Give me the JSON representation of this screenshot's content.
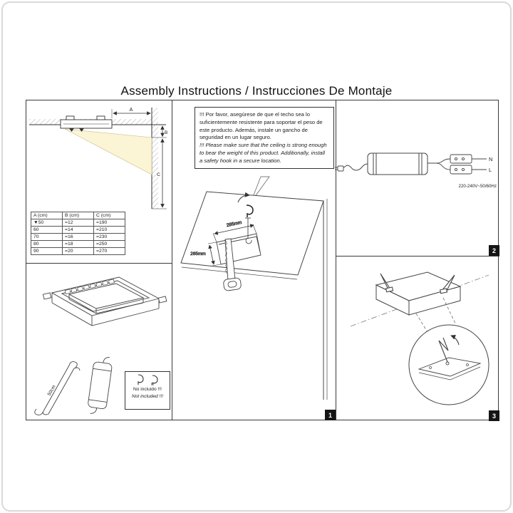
{
  "page": {
    "title": "Assembly Instructions / Instrucciones De Montaje"
  },
  "colors": {
    "beam": "#fbf4d5",
    "line": "#3a3a3a",
    "badge_bg": "#151515"
  },
  "dimension_panel": {
    "labels": {
      "a": "A",
      "b": "B",
      "c": "C"
    },
    "table": {
      "headers": [
        "A (cm)",
        "B (cm)",
        "C (cm)"
      ],
      "rows": [
        [
          "▼50",
          "=12",
          "=190"
        ],
        [
          "60",
          "=14",
          "=210"
        ],
        [
          "70",
          "=16",
          "=230"
        ],
        [
          "80",
          "=18",
          "=250"
        ],
        [
          "90",
          "=20",
          "=270"
        ]
      ]
    }
  },
  "parts_panel": {
    "cable_length": "50cm",
    "not_included_es": "No incluido !!!",
    "not_included_en": "Not included !!!"
  },
  "cutout_panel": {
    "badge": "1",
    "note_es": "!!! Por favor, asegúrese de que el techo sea lo suficientemente resistente para soportar el peso de este producto. Además, instale un gancho de seguridad en un lugar seguro.",
    "note_en": "!!! Please make sure that the ceiling is strong enough to bear the weight of this product. Additionally, install a safety hook in a secure location.",
    "width_label": "285mm",
    "depth_label": "265mm"
  },
  "wiring_panel": {
    "badge": "2",
    "terminal_n": "N",
    "terminal_l": "L",
    "voltage": "220-240V~50/60Hz"
  },
  "clips_panel": {
    "badge": "3"
  }
}
